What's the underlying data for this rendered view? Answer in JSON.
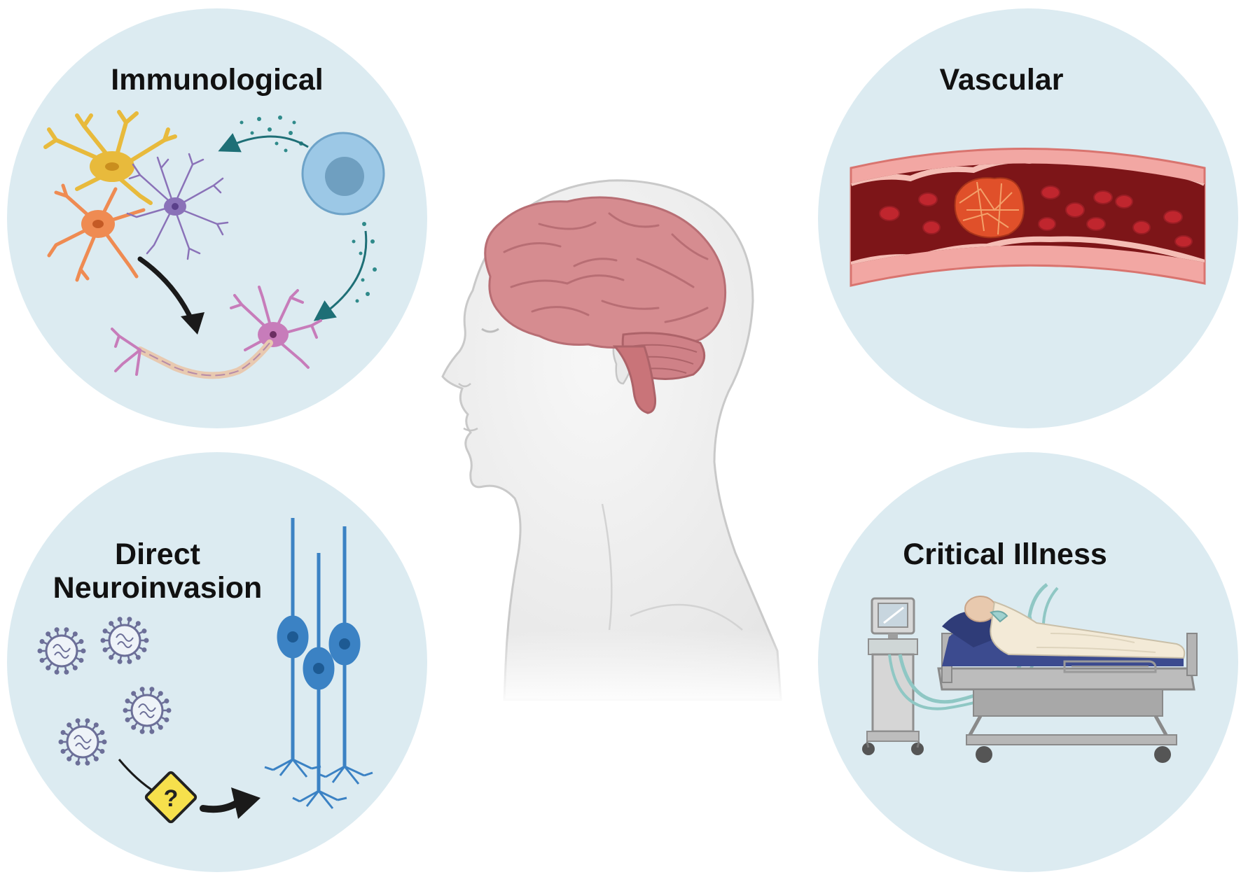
{
  "panels": {
    "immunological": {
      "title": "Immunological"
    },
    "vascular": {
      "title": "Vascular"
    },
    "direct": {
      "title_line1": "Direct",
      "title_line2": "Neuroinvasion",
      "question_glyph": "?"
    },
    "critical": {
      "title": "Critical Illness"
    }
  },
  "colors": {
    "panel_bg": "#dcebf1",
    "brain": "#d68c90",
    "head": "#efefef",
    "vessel_wall": "#f2a7a3",
    "blood": "#7d1518",
    "red_cell": "#c0262e",
    "clot": "#e0502a",
    "neuron_yellow": "#e8ba3c",
    "neuron_orange": "#ef8b52",
    "microglia_purple": "#8a72b8",
    "oligodendrocyte_pink": "#c77cba",
    "immune_cell": "#9cc8e6",
    "pyramidal_neuron": "#3b82c4",
    "virus": "#6c6f98",
    "warning_yellow": "#f6e04c",
    "bed_mattress": "#3c4b8f"
  },
  "icons": {
    "warning": "question-warning-icon",
    "arrow": "arrow-icon",
    "virus": "virus-icon"
  }
}
